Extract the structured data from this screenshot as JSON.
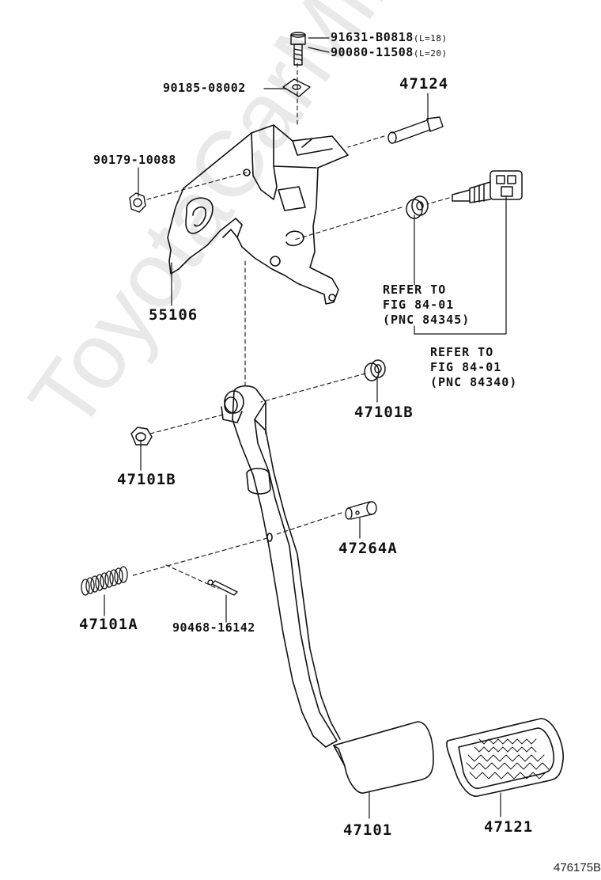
{
  "watermark": "ToyotaCarMine.ru",
  "diagram_id": "476175B",
  "parts": {
    "bolt": "91631-B0818",
    "bolt_len": "(L=18)",
    "bolt_alt": "90080-11508",
    "bolt_alt_len": "(L=20)",
    "washer": "90185-08002",
    "pin_bolt": "47124",
    "nut_left": "90179-10088",
    "bracket": "55106",
    "bushing_right": "47101B",
    "nut_lower": "47101B",
    "clevis_pin": "47264A",
    "spring": "47101A",
    "cotter_pin": "90468-16142",
    "pedal_arm": "47101",
    "pedal_pad": "47121"
  },
  "refs": {
    "ref1": {
      "line1": "REFER TO",
      "line2": "FIG 84-01",
      "line3": "(PNC 84345)"
    },
    "ref2": {
      "line1": "REFER TO",
      "line2": "FIG 84-01",
      "line3": "(PNC 84340)"
    }
  }
}
